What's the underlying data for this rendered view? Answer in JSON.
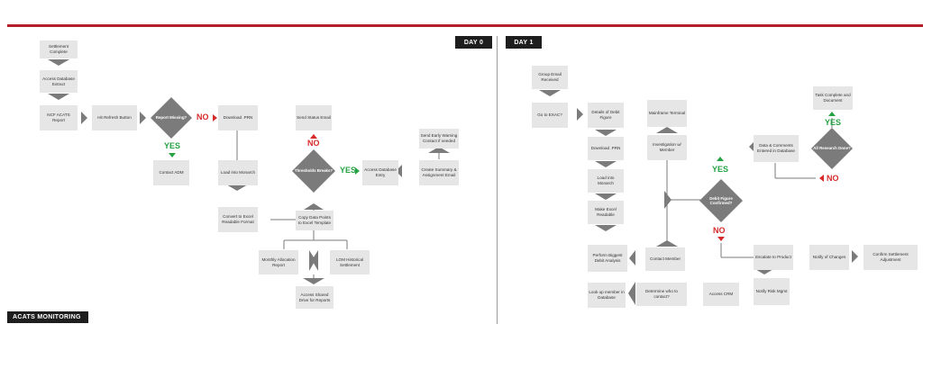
{
  "tags": {
    "day0": "DAY 0",
    "day1": "DAY 1",
    "footer": "ACATS MONITORING"
  },
  "day0": {
    "settlement": "Settlement Complete",
    "access_db": "Access Database Extract",
    "ncf": "NCF ACATS Report",
    "refresh": "Hit Refresh Button",
    "report_missing": "Report Missing?",
    "no1": "NO",
    "yes1": "YES",
    "download": "Download .PRN",
    "contact_adm": "Contact ADM",
    "load_monarch": "Load into Monarch",
    "convert": "Convert to Excel Readable Format",
    "send_status": "Send Status Email",
    "no2": "NO",
    "thresholds": "Thresholds Breaks?",
    "yes2": "YES",
    "access_entry": "Access Database Entry",
    "early_warning": "Send Early Warning Contact if needed",
    "create_summary": "Create Summary & Assignment Email",
    "copy_points": "Copy Data Points to Excel Template",
    "monthly": "Monthly Allocation Report",
    "lom": "LOM Historical Settlement",
    "shared_drive": "Access Shared Drive for Reports"
  },
  "day1": {
    "group_email": "Group Email Received",
    "go_exac": "Go to EXAC?",
    "details_debit": "Details of Debit Figure",
    "mainframe": "Mainframe Terminal",
    "download": "Download .PRN",
    "investigation": "Investigation w/ Member",
    "load_monarch": "Load into Monarch",
    "make_excel": "Make Excel Readable",
    "perform_biggest": "Perform Biggest Debit Analysis",
    "contact_member": "Contact Member",
    "lookup": "Look up member in Database",
    "determine": "Determine who to contact?",
    "access_crm": "Access CRM",
    "notify_risk": "Notify Risk Mgmt",
    "debit_confirmed": "Debit Figure Confirmed?",
    "yes1": "YES",
    "no1": "NO",
    "data_comments": "Data & Comments Entered in Database",
    "all_research": "All Research Done?",
    "task_complete": "Task Complete and Document",
    "yes2": "YES",
    "no2": "NO",
    "escalate": "Escalate to Product",
    "notify_changes": "Notify of Changes",
    "confirm_adj": "Confirm Settlement Adjustment"
  },
  "colors": {
    "accent_red": "#d62a2a",
    "yes_green": "#25a244",
    "shape_gray": "#7b7b7b",
    "box_gray": "#e6e6e6"
  }
}
